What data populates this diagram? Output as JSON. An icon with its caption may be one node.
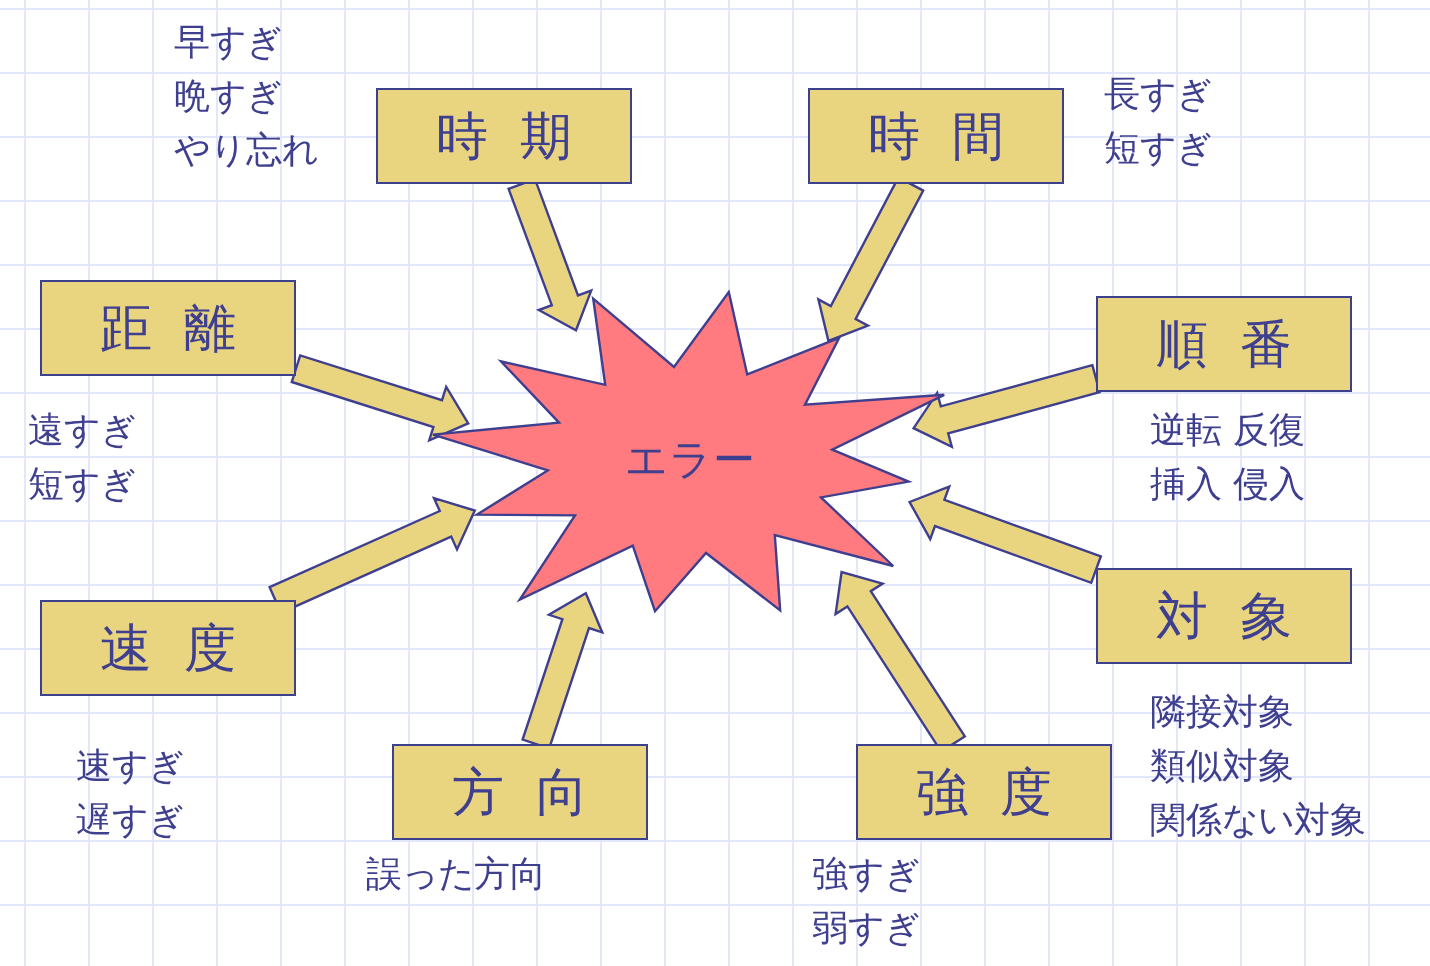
{
  "diagram": {
    "nodes": [
      {
        "text": [
          "エラー"
        ]
      },
      {
        "text": [
          "時期"
        ],
        "beside": [
          "早すぎ",
          "晩すぎ",
          "やり忘れ"
        ]
      },
      {
        "text": [
          "時間"
        ],
        "beside": [
          "長すぎ",
          "短すぎ"
        ]
      },
      {
        "text": [
          "距離"
        ],
        "beside": [
          "遠すぎ",
          "短すぎ"
        ]
      },
      {
        "text": [
          "順番"
        ],
        "beside": [
          "逆転 反復",
          "挿入 侵入"
        ]
      },
      {
        "text": [
          "速度"
        ],
        "beside": [
          "速すぎ",
          "遅すぎ"
        ]
      },
      {
        "text": [
          "対象"
        ],
        "beside": [
          "隣接対象",
          "類似対象",
          "関係ない対象"
        ]
      },
      {
        "text": [
          "方向"
        ],
        "beside": [
          "誤った方向"
        ]
      },
      {
        "text": [
          "強度"
        ],
        "beside": [
          "強すぎ",
          "弱すぎ"
        ]
      }
    ],
    "edges": [
      {
        "from": 1,
        "to": 0,
        "arrow": "to"
      },
      {
        "from": 2,
        "to": 0,
        "arrow": "to"
      },
      {
        "from": 3,
        "to": 0,
        "arrow": "to"
      },
      {
        "from": 4,
        "to": 0,
        "arrow": "to"
      },
      {
        "from": 5,
        "to": 0,
        "arrow": "to"
      },
      {
        "from": 6,
        "to": 0,
        "arrow": "to"
      },
      {
        "from": 7,
        "to": 0,
        "arrow": "to"
      },
      {
        "from": 8,
        "to": 0,
        "arrow": "to"
      }
    ]
  }
}
